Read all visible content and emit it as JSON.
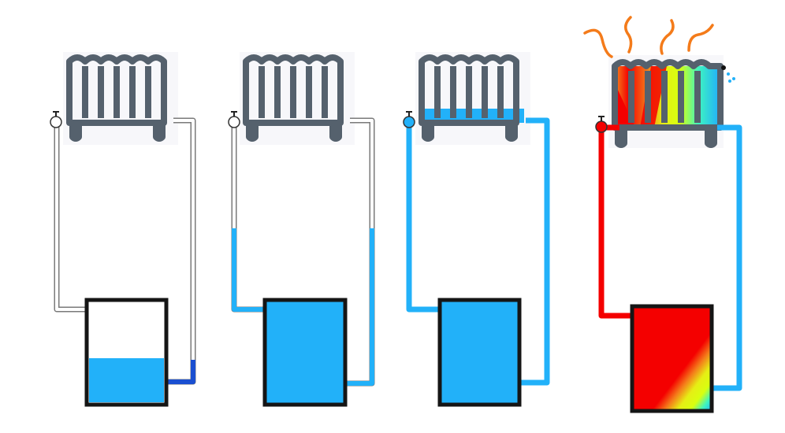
{
  "colors": {
    "radiator_frame": "#55616d",
    "radiator_bg": "#f7f7fa",
    "water": "#22b1f9",
    "pipe_outline": "#7a7a7a",
    "pipe_empty": "#ffffff",
    "tank_border": "#151515",
    "return_dark": "#1a4fd1",
    "hot_red": "#f40000",
    "steam": "#f47b1a",
    "drip": "#22b1f9"
  },
  "panels": [
    {
      "name": "stage-1-empty-system",
      "tank_fill_fraction": 0.42,
      "radiator_fill_fraction": 0.0,
      "supply_pipe_filled": false,
      "return_pipe_fill": "tank-level",
      "valve": "empty"
    },
    {
      "name": "stage-2-pipes-filling",
      "tank_fill_fraction": 1.0,
      "radiator_fill_fraction": 0.0,
      "supply_pipe_filled": "partial",
      "return_pipe_fill": "partial",
      "valve": "empty"
    },
    {
      "name": "stage-3-radiator-filling",
      "tank_fill_fraction": 1.0,
      "radiator_fill_fraction": 0.2,
      "supply_pipe_filled": true,
      "return_pipe_fill": "full",
      "valve": "water"
    },
    {
      "name": "stage-4-heated-circulation",
      "tank_fill_fraction": 1.0,
      "radiator_fill_fraction": 1.0,
      "supply_pipe_filled": true,
      "return_pipe_fill": "full",
      "valve": "hot",
      "heat_gradient": [
        "#f40000",
        "#f47b1a",
        "#e6ee15",
        "#d8ff10",
        "#3ef5c0",
        "#22b1f9"
      ]
    }
  ]
}
